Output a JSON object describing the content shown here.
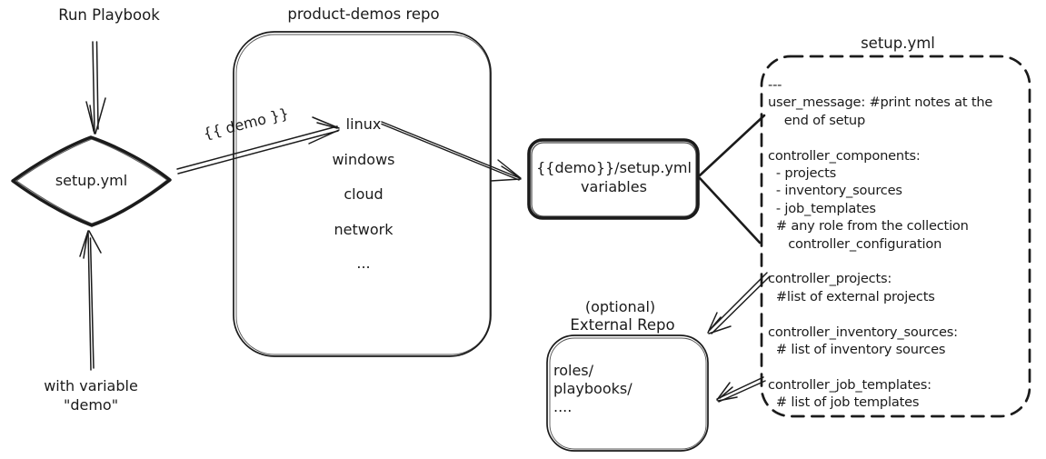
{
  "colors": {
    "ink": "#1b1b1b",
    "background": "#ffffff"
  },
  "flow": {
    "run_playbook_label": "Run Playbook",
    "diamond_label": "setup.yml",
    "with_variable_label": "with variable\n\"demo\"",
    "demo_arrow_label": "{{ demo }}"
  },
  "repo": {
    "title": "product-demos repo",
    "platforms": [
      "linux",
      "windows",
      "cloud",
      "network",
      "..."
    ]
  },
  "variables_box": {
    "label": "{{demo}}/setup.yml\nvariables"
  },
  "setup_yml": {
    "title": "setup.yml",
    "content": "---\nuser_message: #print notes at the\n    end of setup\n\ncontroller_components:\n  - projects\n  - inventory_sources\n  - job_templates\n  # any role from the collection\n     controller_configuration\n\ncontroller_projects:\n  #list of external projects\n\ncontroller_inventory_sources:\n  # list of inventory sources\n\ncontroller_job_templates:\n  # list of job templates"
  },
  "external_repo": {
    "optional_label": "(optional)",
    "title": "External Repo",
    "content": "roles/\nplaybooks/\n...."
  }
}
